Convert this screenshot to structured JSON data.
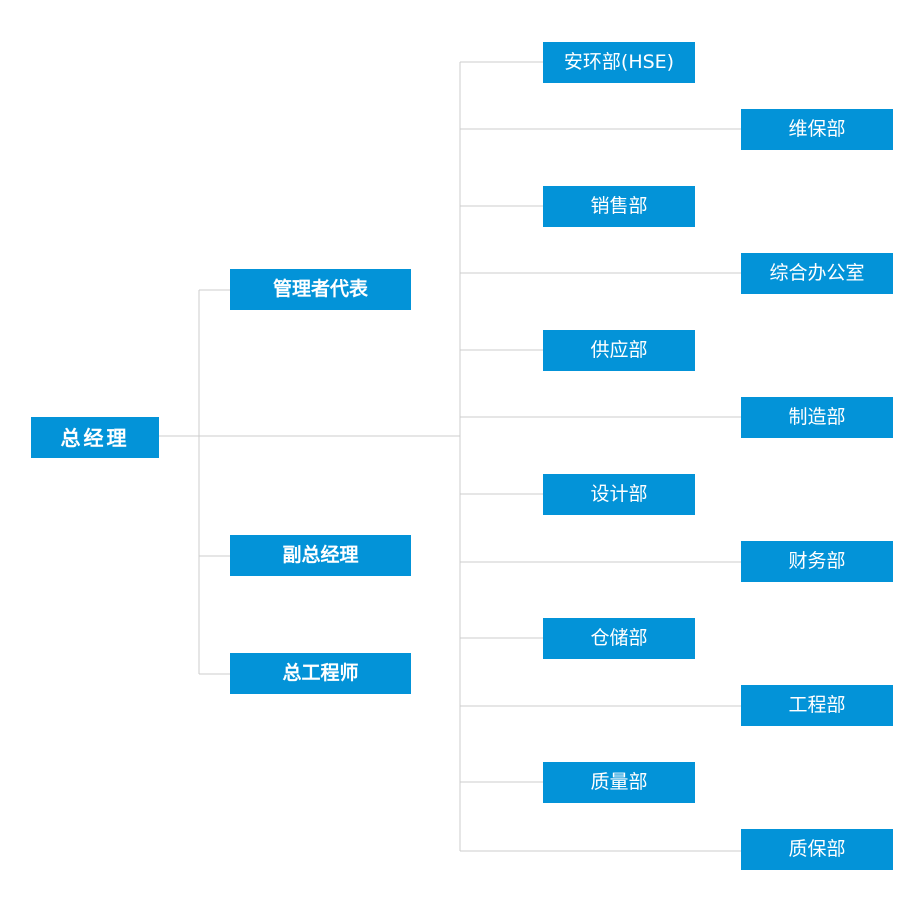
{
  "root": {
    "label": "总经理"
  },
  "level1": [
    {
      "label": "管理者代表"
    },
    {
      "label": "副总经理"
    },
    {
      "label": "总工程师"
    }
  ],
  "departments": [
    {
      "label": "安环部(HSE)"
    },
    {
      "label": "维保部"
    },
    {
      "label": "销售部"
    },
    {
      "label": "综合办公室"
    },
    {
      "label": "供应部"
    },
    {
      "label": "制造部"
    },
    {
      "label": "设计部"
    },
    {
      "label": "财务部"
    },
    {
      "label": "仓储部"
    },
    {
      "label": "工程部"
    },
    {
      "label": "质量部"
    },
    {
      "label": "质保部"
    }
  ],
  "colors": {
    "node": "#0393d8",
    "line": "#cccccc",
    "text": "#ffffff"
  }
}
